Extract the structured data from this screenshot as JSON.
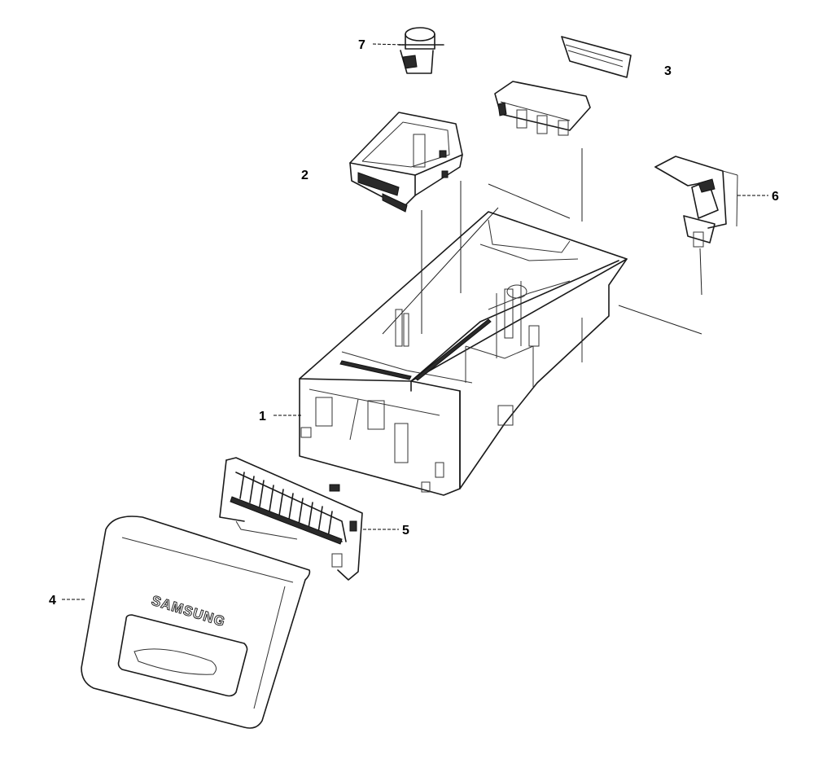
{
  "diagram": {
    "parts": [
      {
        "id": "1",
        "label": "1"
      },
      {
        "id": "2",
        "label": "2"
      },
      {
        "id": "3",
        "label": "3"
      },
      {
        "id": "4",
        "label": "4"
      },
      {
        "id": "5",
        "label": "5"
      },
      {
        "id": "6",
        "label": "6"
      },
      {
        "id": "7",
        "label": "7"
      }
    ],
    "brand_text": "SAMSUNG"
  }
}
